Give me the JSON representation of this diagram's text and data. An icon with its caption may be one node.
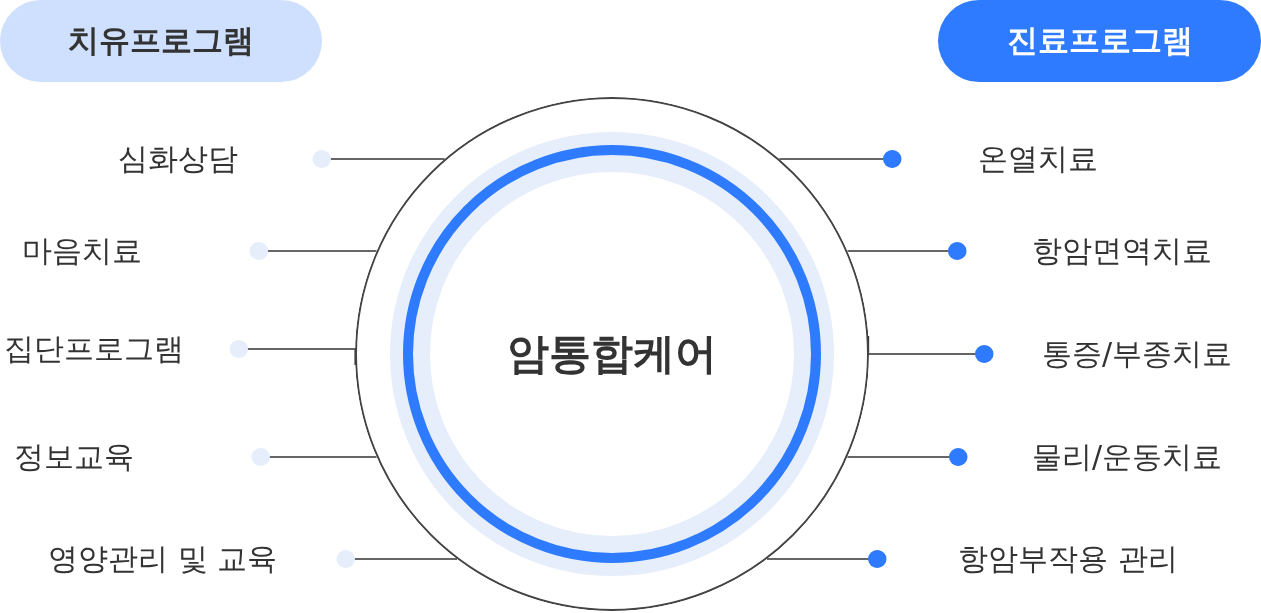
{
  "diagram": {
    "nodes": [
      {
        "text": [
          "치유프로그램"
        ]
      },
      {
        "text": [
          "진료프로그램"
        ]
      },
      {
        "text": [
          "암통합케어"
        ]
      },
      {
        "text": [
          "심화상담"
        ]
      },
      {
        "text": [
          "마음치료"
        ]
      },
      {
        "text": [
          "집단프로그램"
        ]
      },
      {
        "text": [
          "정보교육"
        ]
      },
      {
        "text": [
          "영양관리 및 교육"
        ]
      },
      {
        "text": [
          "온열치료"
        ]
      },
      {
        "text": [
          "항암면역치료"
        ]
      },
      {
        "text": [
          "통증/부종치료"
        ]
      },
      {
        "text": [
          "물리/운동치료"
        ]
      },
      {
        "text": [
          "항암부작용 관리"
        ]
      }
    ],
    "edges": [
      {
        "from": 2,
        "to": 3,
        "arrow": "other"
      },
      {
        "from": 2,
        "to": 4,
        "arrow": "other"
      },
      {
        "from": 2,
        "to": 5,
        "arrow": "other"
      },
      {
        "from": 2,
        "to": 6,
        "arrow": "other"
      },
      {
        "from": 2,
        "to": 7,
        "arrow": "other"
      },
      {
        "from": 2,
        "to": 8,
        "arrow": "other"
      },
      {
        "from": 2,
        "to": 9,
        "arrow": "other"
      },
      {
        "from": 2,
        "to": 10,
        "arrow": "other"
      },
      {
        "from": 2,
        "to": 11,
        "arrow": "other"
      },
      {
        "from": 2,
        "to": 12,
        "arrow": "other"
      }
    ]
  }
}
